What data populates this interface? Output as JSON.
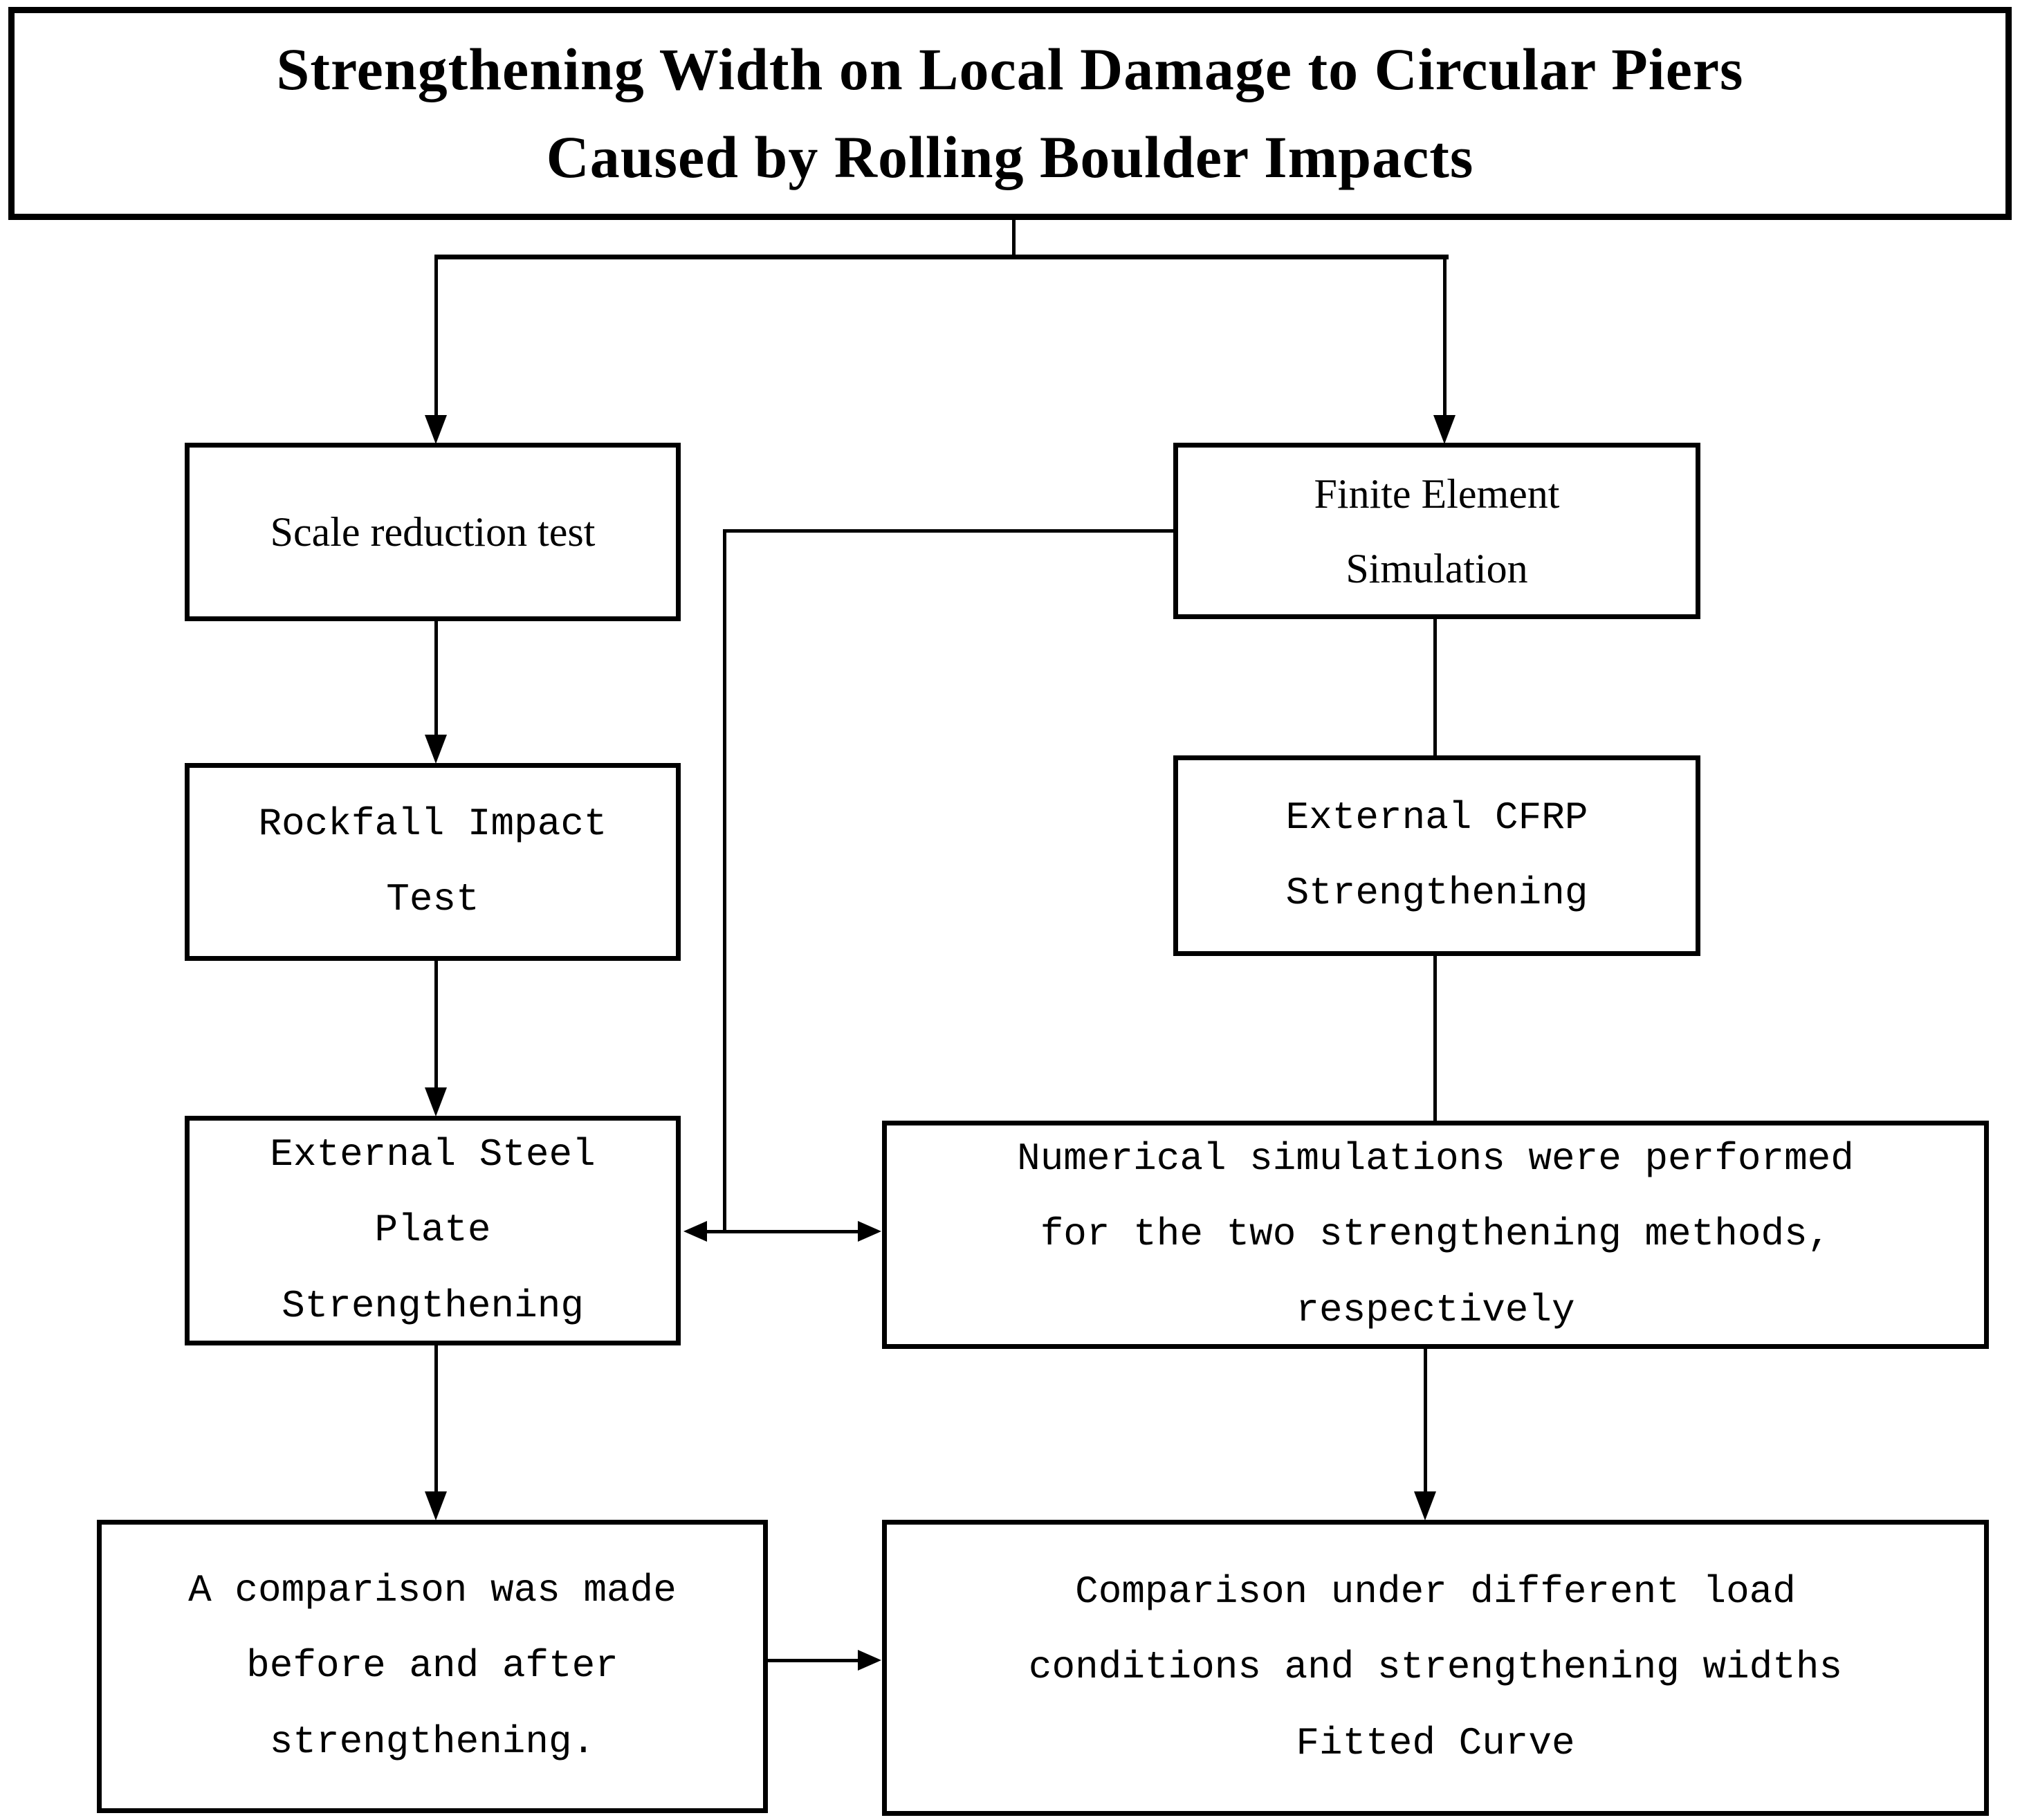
{
  "title": {
    "lines": [
      "Strengthening Width on Local Damage to Circular Piers",
      "Caused by Rolling Boulder Impacts"
    ]
  },
  "nodes": {
    "scale_reduction_test": {
      "lines": [
        "Scale reduction test"
      ]
    },
    "finite_element_simulation": {
      "lines": [
        "Finite Element",
        "Simulation"
      ]
    },
    "rockfall_impact_test": {
      "lines": [
        "Rockfall Impact",
        "Test"
      ]
    },
    "external_cfrp_strengthening": {
      "lines": [
        "External CFRP",
        "Strengthening"
      ]
    },
    "external_steel_plate_strengthening": {
      "lines": [
        "External Steel",
        "Plate",
        "Strengthening"
      ]
    },
    "numerical_simulations": {
      "lines": [
        "Numerical simulations were performed",
        "for the two strengthening methods,",
        "respectively"
      ]
    },
    "comparison_before_after": {
      "lines": [
        "A comparison was made",
        "before and after",
        "strengthening."
      ]
    },
    "comparison_load_fitted": {
      "lines": [
        "Comparison under different load",
        "conditions and strengthening widths",
        "Fitted Curve"
      ]
    }
  },
  "colors": {
    "ink": "#000000",
    "background": "#ffffff"
  }
}
